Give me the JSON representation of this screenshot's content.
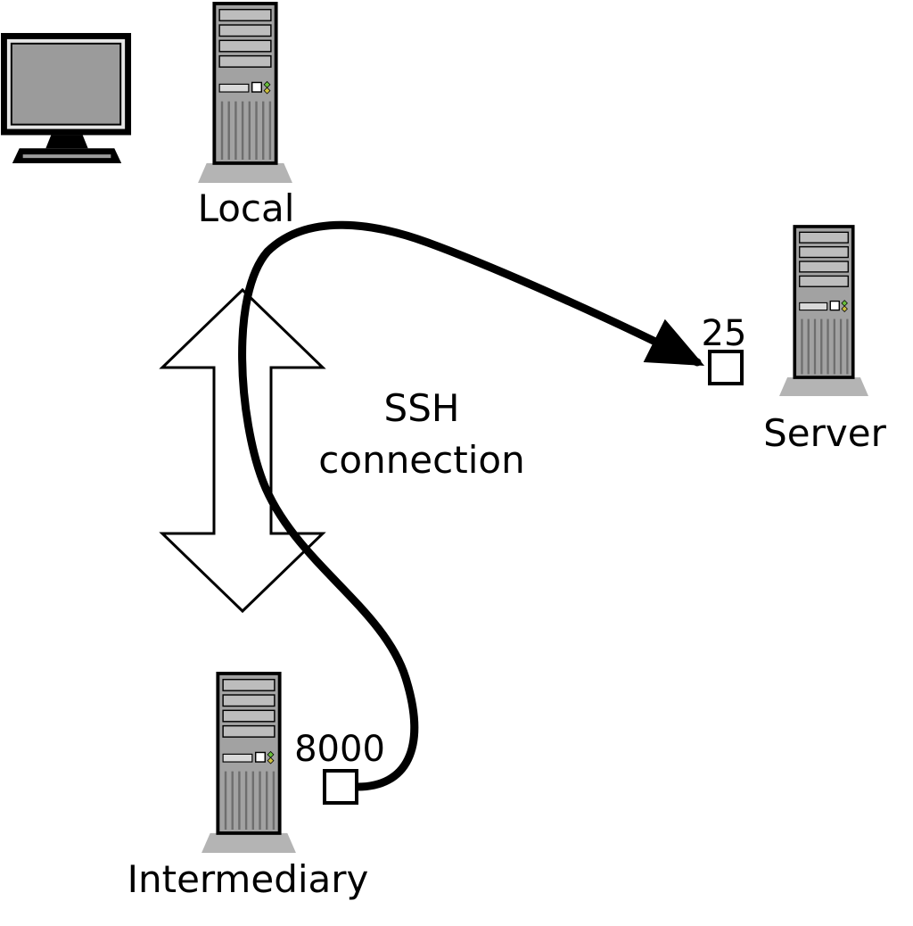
{
  "diagram": {
    "nodes": {
      "local": {
        "label": "Local"
      },
      "server": {
        "label": "Server",
        "port_label": "25"
      },
      "intermediary": {
        "label": "Intermediary",
        "port_label": "8000"
      }
    },
    "ssh_connection": {
      "line1": "SSH",
      "line2": "connection"
    },
    "colors": {
      "background": "#ffffff",
      "tower_body": "#a2a2a2",
      "tower_base": "#b4b4b4",
      "bay": "#bdbdbd",
      "panel_slot": "#d9d9d9",
      "screen": "#9b9b9b",
      "led_green": "#6abf3a",
      "led_yellow": "#cdbf3e",
      "stroke": "#000000"
    }
  }
}
